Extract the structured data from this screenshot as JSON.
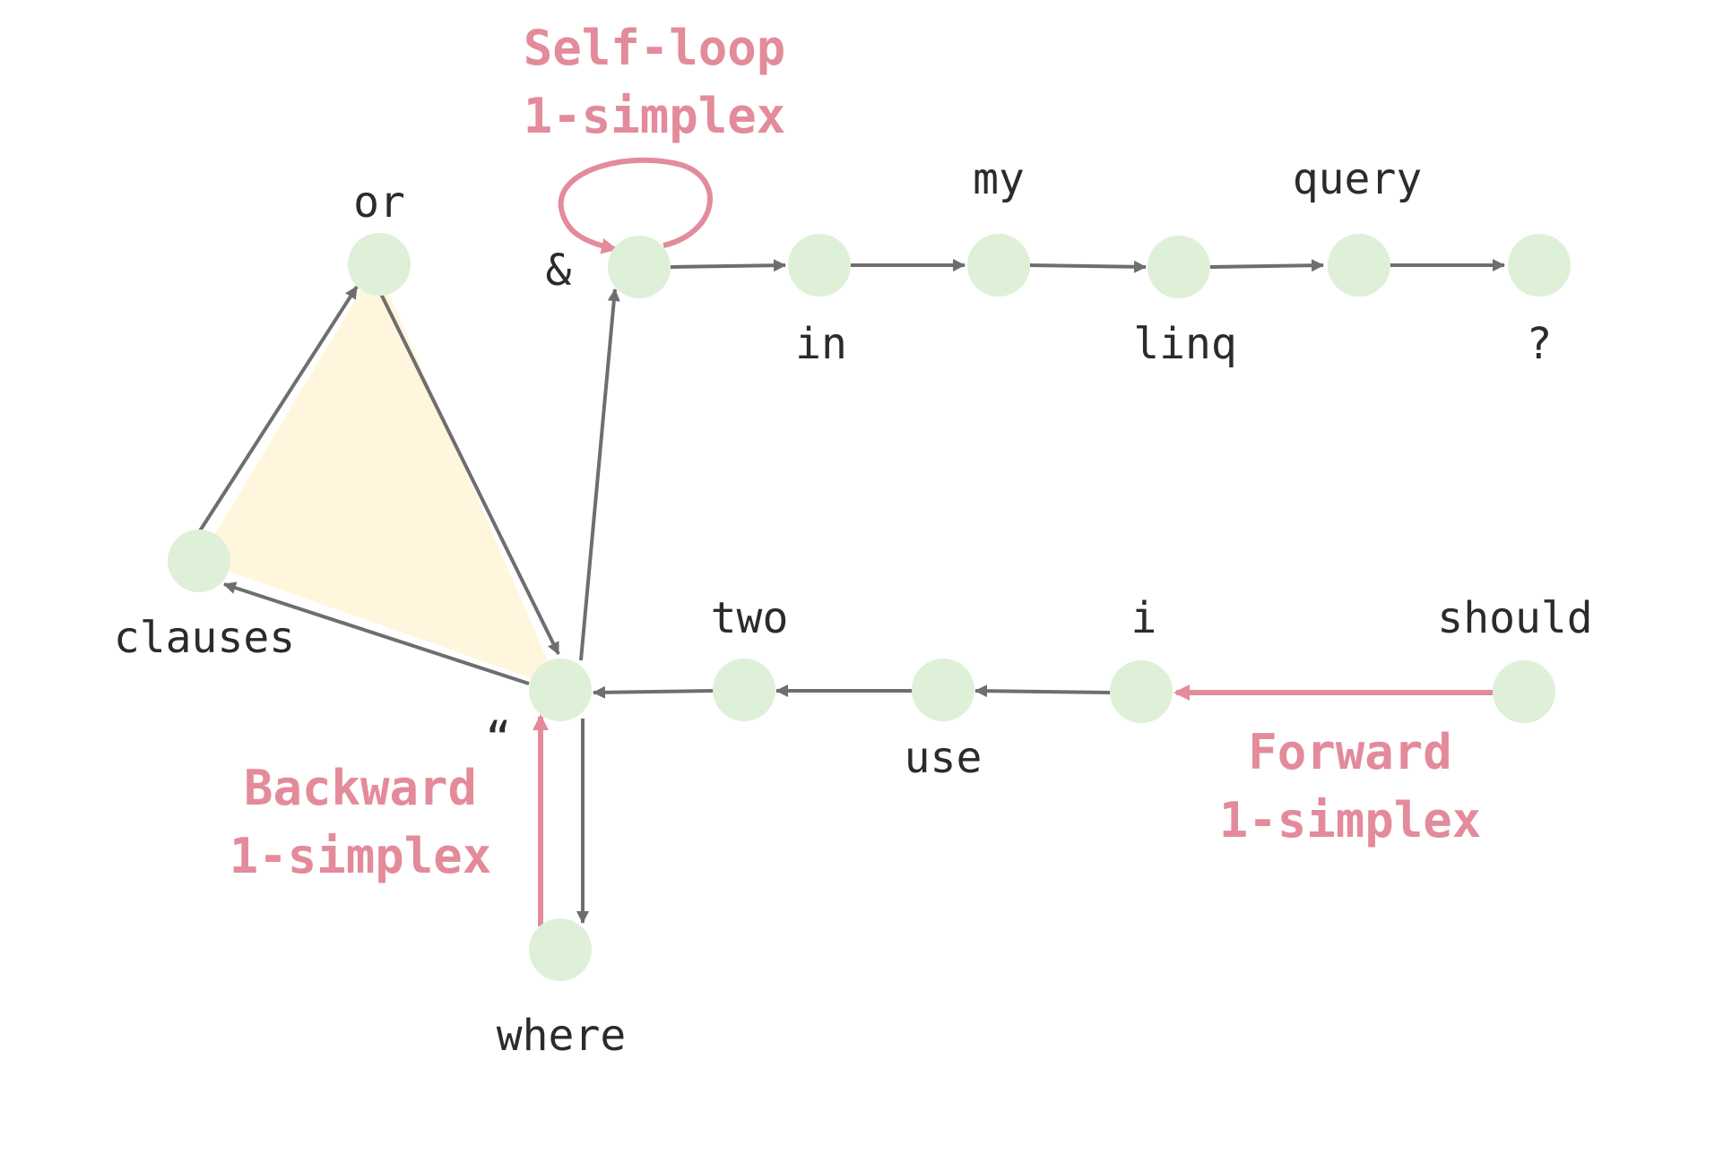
{
  "colors": {
    "node_fill": "#dff0d8",
    "edge": "#6e6e6e",
    "highlight": "#e38b9b",
    "triangle_fill": "#fff6dd",
    "text": "#2b2b2b"
  },
  "words": {
    "or": "or",
    "amp": "&",
    "in": "in",
    "my": "my",
    "linq": "linq",
    "query": "query",
    "question": "?",
    "clauses": "clauses",
    "two": "two",
    "i": "i",
    "should": "should",
    "use": "use",
    "quote": "“",
    "where": "where"
  },
  "callouts": {
    "self_loop": [
      "Self-loop",
      "1-simplex"
    ],
    "backward": [
      "Backward",
      "1-simplex"
    ],
    "forward": [
      "Forward",
      "1-simplex"
    ]
  }
}
